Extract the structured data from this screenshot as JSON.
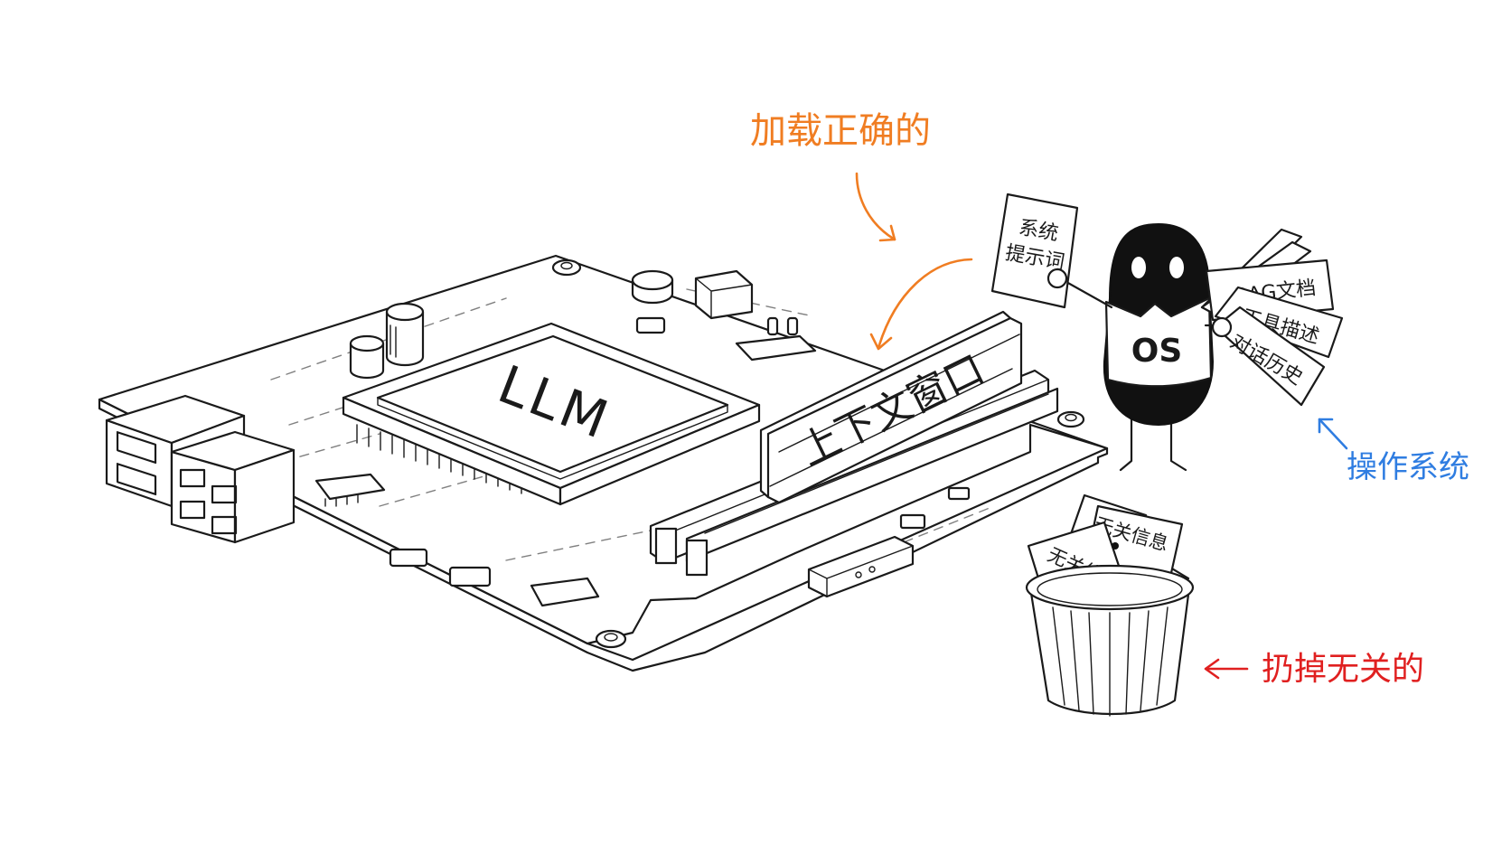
{
  "chip": {
    "label": "LLM",
    "icon": "cpu-chip-icon"
  },
  "ram_stick": {
    "label": "上下文窗口",
    "icon": "memory-module-icon"
  },
  "os_character": {
    "label": "OS",
    "icon": "os-mascot-icon"
  },
  "held_card": {
    "line1": "系统",
    "line2": "提示词"
  },
  "fan_cards": [
    "RAG文档",
    "工具描述",
    "对话历史"
  ],
  "trash": {
    "cards": [
      "无关信息",
      "无关信息"
    ],
    "icon": "trash-bin-icon"
  },
  "annotations": {
    "load": {
      "text": "加载正确的",
      "color": "#f07d22"
    },
    "os": {
      "text": "操作系统",
      "color": "#2f7de1"
    },
    "discard": {
      "text": "扔掉无关的",
      "color": "#e02020"
    }
  }
}
